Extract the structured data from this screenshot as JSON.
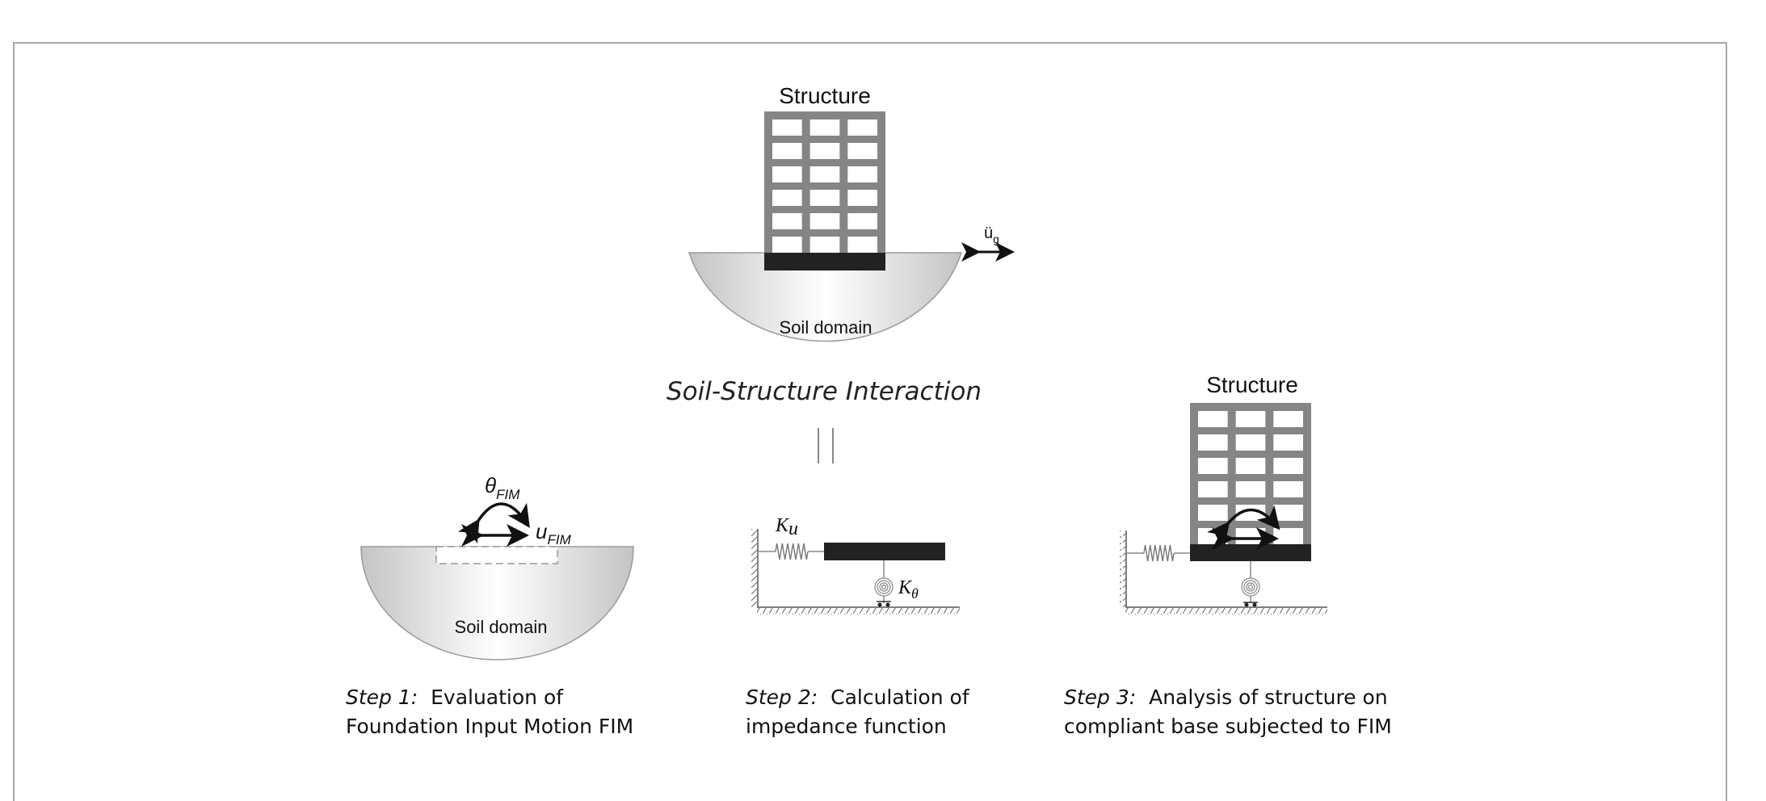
{
  "figure": {
    "top": {
      "structure_label": "Structure",
      "soil_label": "Soil domain",
      "excitation_label_base": "ü",
      "excitation_label_sub": "g",
      "title": "Soil-Structure Interaction"
    },
    "equals_symbol": "||",
    "step1": {
      "rotation_label_base": "θ",
      "rotation_label_sub": "FIM",
      "translation_label_base": "u",
      "translation_label_sub": "FIM",
      "soil_label": "Soil domain",
      "caption_step": "Step 1:",
      "caption_line1": "Evaluation of",
      "caption_line2": "Foundation Input Motion FIM"
    },
    "step2": {
      "spring_label_base": "K",
      "spring_label_sub": "u",
      "rot_spring_label_base": "K",
      "rot_spring_label_sub": "θ",
      "caption_step": "Step 2:",
      "caption_line1": "Calculation of",
      "caption_line2": "impedance function"
    },
    "step3": {
      "structure_label": "Structure",
      "caption_step": "Step 3:",
      "caption_line1": "Analysis of structure on",
      "caption_line2": "compliant base subjected to FIM"
    },
    "building": {
      "floors": 6,
      "bays": 3
    },
    "colors": {
      "frame_gray": "#858585",
      "foundation": "#222222",
      "soil_edge": "#c4c4c4",
      "soil_center": "#ffffff",
      "border": "#a8a8a8"
    }
  }
}
